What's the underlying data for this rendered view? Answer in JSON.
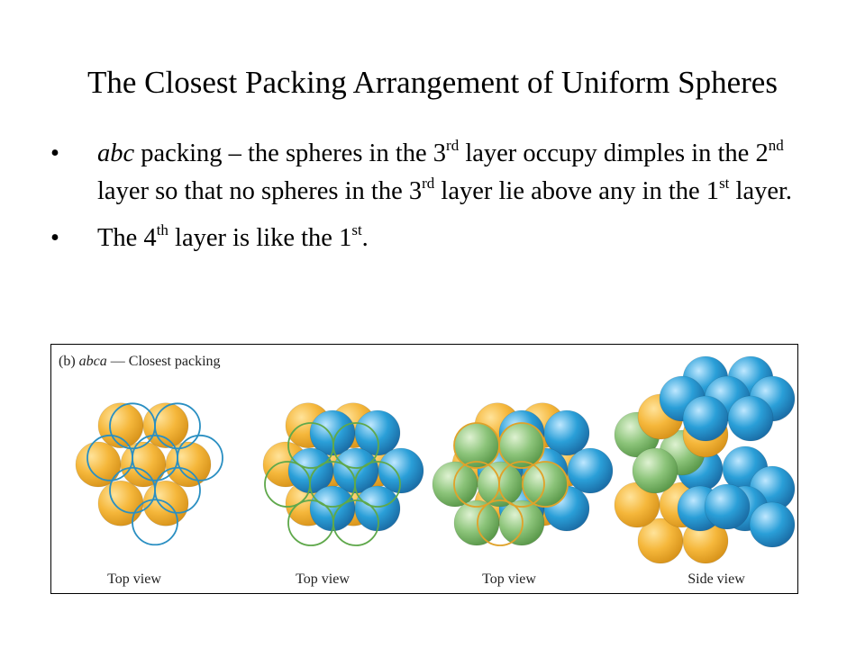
{
  "title": "The Closest Packing Arrangement of Uniform Spheres",
  "bullets": [
    {
      "marker": "•",
      "parts": [
        {
          "t": "abc",
          "style": "italic"
        },
        {
          "t": " packing – the spheres in the 3"
        },
        {
          "t": "rd",
          "style": "sup"
        },
        {
          "t": " layer occupy dimples in the 2"
        },
        {
          "t": "nd",
          "style": "sup"
        },
        {
          "t": " layer so that no spheres in the 3"
        },
        {
          "t": "rd",
          "style": "sup"
        },
        {
          "t": " layer lie above any in the 1"
        },
        {
          "t": "st",
          "style": "sup"
        },
        {
          "t": " layer."
        }
      ]
    },
    {
      "marker": "•",
      "parts": [
        {
          "t": "The 4"
        },
        {
          "t": "th",
          "style": "sup"
        },
        {
          "t": " layer is like the 1"
        },
        {
          "t": "st",
          "style": "sup"
        },
        {
          "t": "."
        }
      ]
    }
  ],
  "figure": {
    "caption_prefix": "(b) ",
    "caption_italic": "abca",
    "caption_rest": " — Closest packing",
    "views": [
      "Top view",
      "Top view",
      "Top view",
      "Side view"
    ],
    "colors": {
      "orange": "#f5b73b",
      "blue": "#2a9fd8",
      "green": "#8cc47a",
      "outline_blue": "#2a8fc2",
      "outline_green": "#5fa84b",
      "outline_orange": "#e0a22a"
    }
  }
}
